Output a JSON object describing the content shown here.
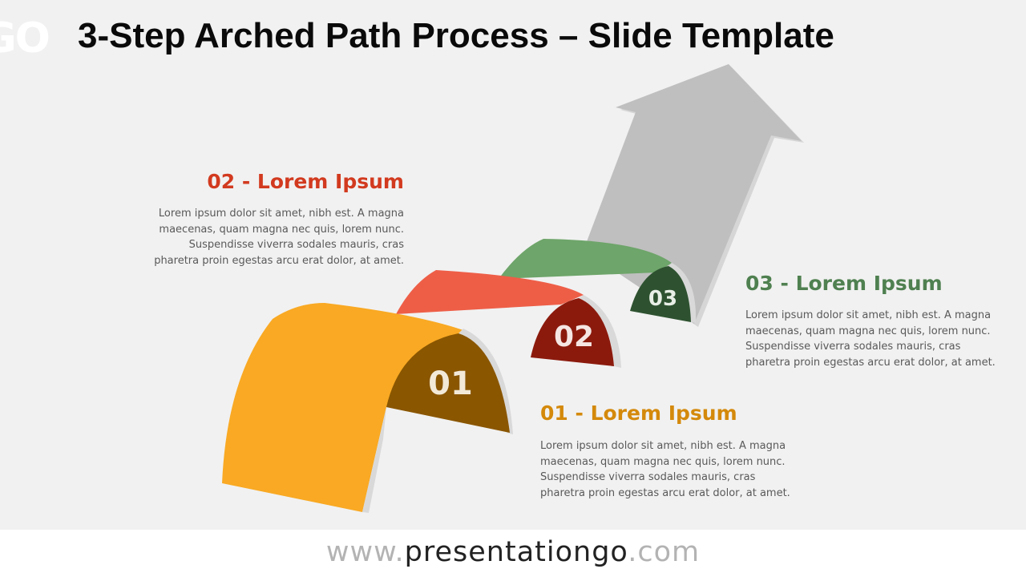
{
  "title": "3-Step Arched Path Process – Slide Template",
  "logo_fragment": "GO",
  "colors": {
    "step1": "#f9a923",
    "step1_dark": "#8a5600",
    "step2": "#ee5e47",
    "step2_dark": "#8b1a0d",
    "step3": "#6ea56a",
    "step3_dark": "#2e5230",
    "arrow": "#bfbfbf"
  },
  "steps": [
    {
      "number": "01",
      "heading": "01 - Lorem Ipsum",
      "lines": [
        "Lorem ipsum dolor sit amet, nibh est. A magna",
        "maecenas, quam magna nec quis, lorem nunc.",
        "Suspendisse viverra sodales mauris, cras",
        "pharetra proin egestas arcu erat dolor, at amet."
      ]
    },
    {
      "number": "02",
      "heading": "02 - Lorem Ipsum",
      "lines": [
        "Lorem ipsum dolor sit amet, nibh est. A magna",
        "maecenas, quam magna nec quis, lorem nunc.",
        "Suspendisse viverra sodales mauris, cras",
        "pharetra proin egestas arcu erat dolor, at amet."
      ]
    },
    {
      "number": "03",
      "heading": "03 - Lorem Ipsum",
      "lines": [
        "Lorem ipsum dolor sit amet, nibh est. A magna",
        "maecenas, quam magna nec quis, lorem nunc.",
        "Suspendisse viverra sodales mauris, cras",
        "pharetra proin egestas arcu erat dolor, at amet."
      ]
    }
  ],
  "footer": {
    "prefix": "www.",
    "domain": "presentationgo",
    "suffix": ".com"
  }
}
